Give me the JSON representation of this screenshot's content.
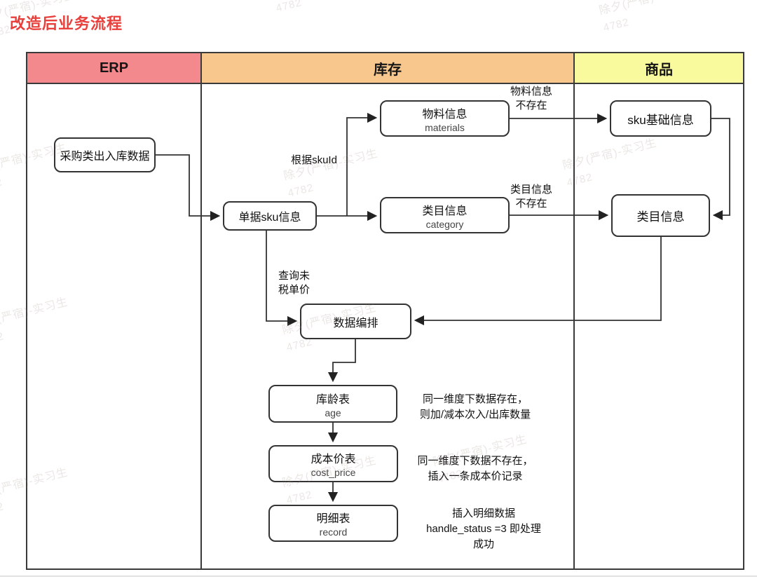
{
  "page": {
    "title": "改造后业务流程",
    "title_color": "#e8403c"
  },
  "lanes": [
    {
      "label": "ERP",
      "color": "#f3898c"
    },
    {
      "label": "库存",
      "color": "#f7c78d"
    },
    {
      "label": "商品",
      "color": "#f9f99e"
    }
  ],
  "nodes": [
    {
      "title": "采购类出入库数据",
      "subtitle": ""
    },
    {
      "title": "单据sku信息",
      "subtitle": ""
    },
    {
      "title": "物料信息",
      "subtitle": "materials"
    },
    {
      "title": "类目信息",
      "subtitle": "category"
    },
    {
      "title": "sku基础信息",
      "subtitle": ""
    },
    {
      "title": "类目信息",
      "subtitle": ""
    },
    {
      "title": "数据编排",
      "subtitle": ""
    },
    {
      "title": "库龄表",
      "subtitle": "age"
    },
    {
      "title": "成本价表",
      "subtitle": "cost_price"
    },
    {
      "title": "明细表",
      "subtitle": "record"
    }
  ],
  "labels": {
    "by_sku": "根据skuId",
    "materials_missing": "物料信息\n不存在",
    "category_missing": "类目信息\n不存在",
    "query_untaxed": "查询未\n税单价"
  },
  "annotations": {
    "age": "同一维度下数据存在，\n则加/减本次入/出库数量",
    "cost": "同一维度下数据不存在，\n插入一条成本价记录",
    "record": "插入明细数据\nhandle_status =3 即处理\n成功"
  },
  "watermark": {
    "line1": "除夕(严宿)-实习生",
    "line2": "4782"
  }
}
